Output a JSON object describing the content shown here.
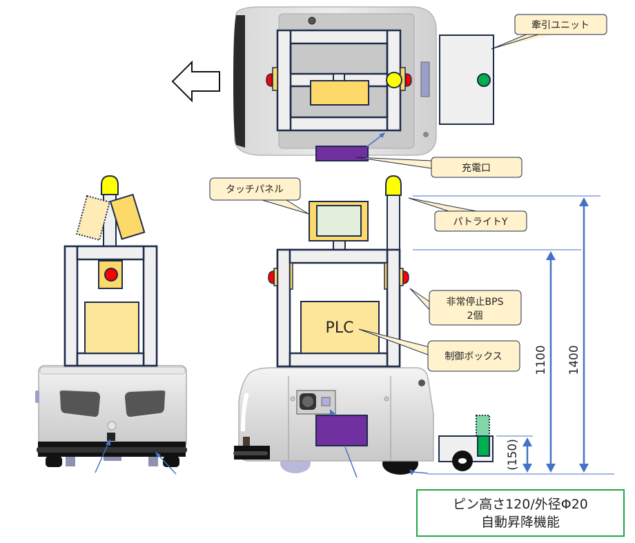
{
  "diagram": {
    "title": "AGV 構成図",
    "direction_arrow": "left-arrow-icon",
    "callouts": {
      "towing_unit": "牽引ユニット",
      "charging_port": "充電口",
      "touch_panel": "タッチパネル",
      "patrol_light": "パトライトY",
      "emergency_stop_line1": "非常停止BPS",
      "emergency_stop_line2": "2個",
      "control_box": "制御ボックス",
      "plc_label": "PLC"
    },
    "dimensions": {
      "height_frame": "1100",
      "height_total": "1400",
      "pin_lift": "(150)"
    },
    "note": {
      "line1": "ピン高さ120/外径Φ20",
      "line2": "自動昇降機能"
    },
    "colors": {
      "frame_stroke": "#1c2b4a",
      "frame_fill": "#f0f0f0",
      "box_fill": "#fde599",
      "box_fill_dark": "#fdd96a",
      "charging_port": "#7030a0",
      "emergency_stop": "#ff0000",
      "patrol_light": "#ffff00",
      "towing_pin": "#00b050",
      "dimension_line": "#4472c4",
      "callout_fill": "#fff2cc",
      "note_border": "#1fa64a"
    }
  }
}
